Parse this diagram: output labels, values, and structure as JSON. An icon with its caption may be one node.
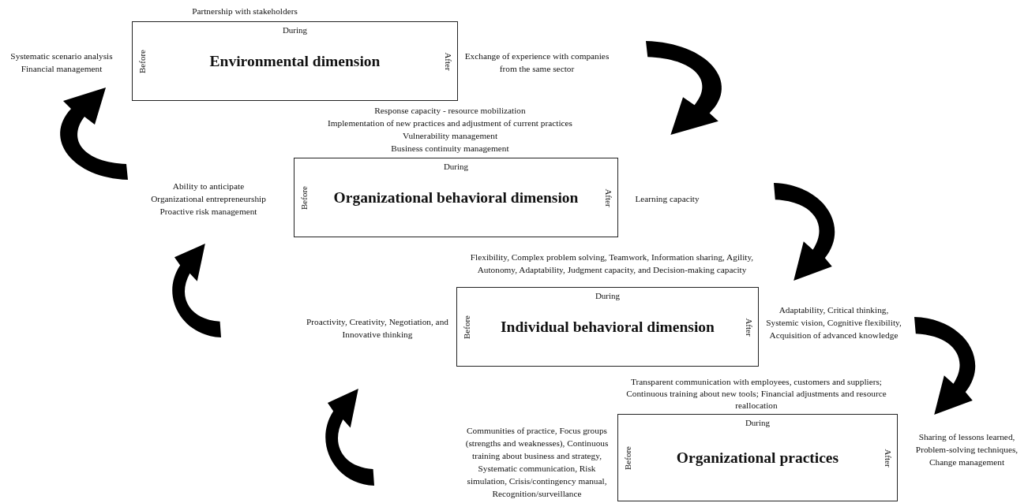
{
  "diagram": {
    "nodes": [
      {
        "text": [
          "During",
          "Before",
          "Environmental dimension",
          "After"
        ],
        "beside": [
          "Partnership with stakeholders",
          "Systematic scenario analysis",
          "Financial management",
          "Exchange of experience with companies from the same sector"
        ]
      },
      {
        "text": [
          "During",
          "Before",
          "Organizational behavioral dimension",
          "After"
        ],
        "beside": [
          "Response capacity - resource mobilization",
          "Implementation of new practices and adjustment of current practices",
          "Vulnerability management",
          "Business continuity management",
          "Ability to anticipate",
          "Organizational entrepreneurship",
          "Proactive risk management",
          "Learning capacity"
        ]
      },
      {
        "text": [
          "During",
          "Before",
          "Individual behavioral dimension",
          "After"
        ],
        "beside": [
          "Flexibility, Complex problem solving, Teamwork, Information sharing, Agility, Autonomy, Adaptability, Judgment capacity, and Decision-making capacity",
          "Proactivity, Creativity, Negotiation, and Innovative thinking",
          "Adaptability, Critical thinking, Systemic vision, Cognitive flexibility, Acquisition of advanced knowledge"
        ]
      },
      {
        "text": [
          "During",
          "Before",
          "Organizational practices",
          "After"
        ],
        "beside": [
          "Transparent communication with employees, customers and suppliers; Continuous training about new tools; Financial adjustments and resource reallocation",
          "Communities of practice, Focus groups (strengths and weaknesses), Continuous training about business and strategy, Systematic communication, Risk simulation, Crisis/contingency manual, Recognition/surveillance",
          "Sharing of lessons learned, Problem-solving techniques, Change management"
        ]
      }
    ]
  }
}
